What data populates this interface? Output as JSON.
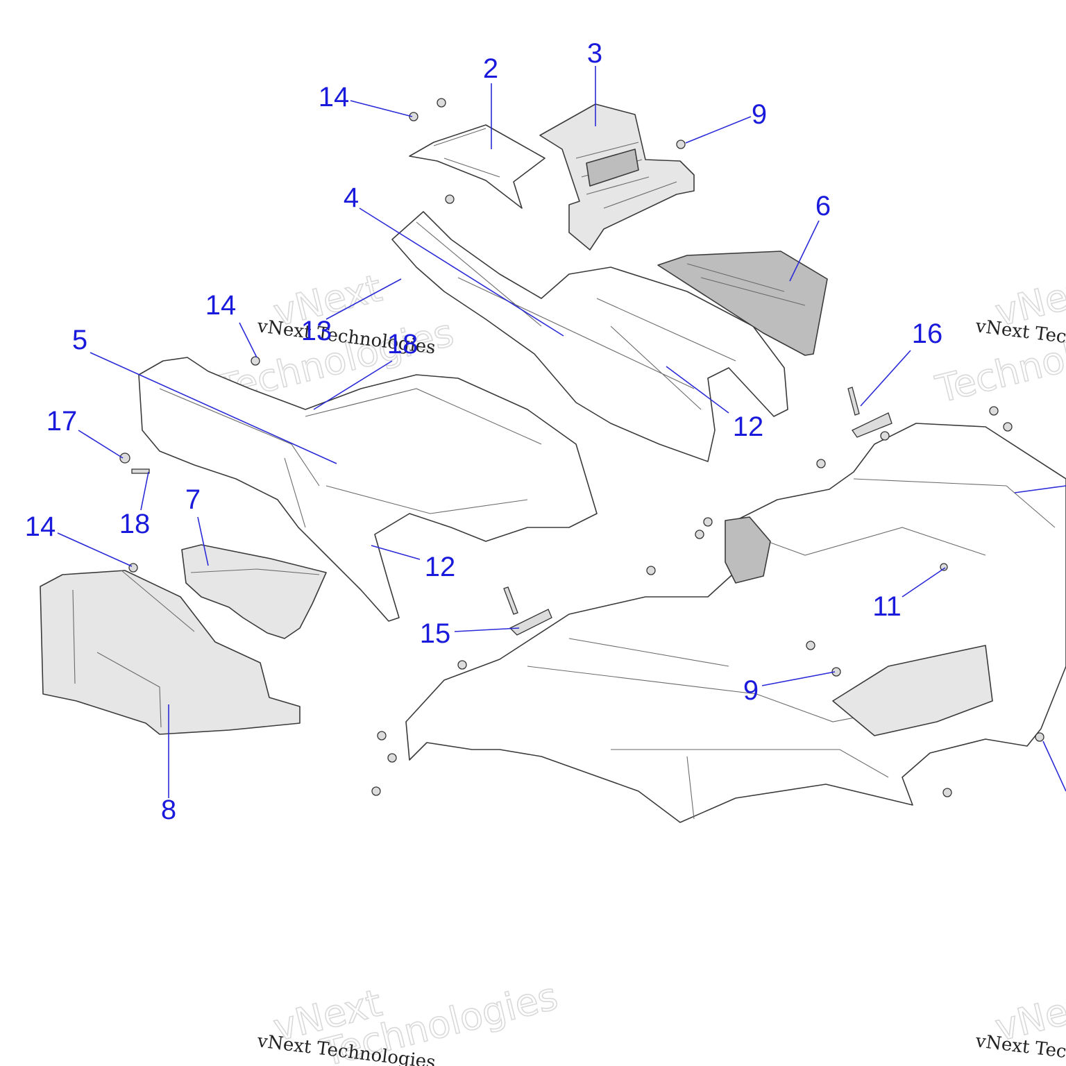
{
  "diagram": {
    "callouts": [
      {
        "id": "c2",
        "label": "2"
      },
      {
        "id": "c3",
        "label": "3"
      },
      {
        "id": "c4",
        "label": "4"
      },
      {
        "id": "c5",
        "label": "5"
      },
      {
        "id": "c6",
        "label": "6"
      },
      {
        "id": "c7",
        "label": "7"
      },
      {
        "id": "c8",
        "label": "8"
      },
      {
        "id": "c9a",
        "label": "9"
      },
      {
        "id": "c9b",
        "label": "9"
      },
      {
        "id": "c11",
        "label": "11"
      },
      {
        "id": "c12a",
        "label": "12"
      },
      {
        "id": "c12b",
        "label": "12"
      },
      {
        "id": "c13",
        "label": "13"
      },
      {
        "id": "c14a",
        "label": "14"
      },
      {
        "id": "c14b",
        "label": "14"
      },
      {
        "id": "c14c",
        "label": "14"
      },
      {
        "id": "c15",
        "label": "15"
      },
      {
        "id": "c16",
        "label": "16"
      },
      {
        "id": "c17",
        "label": "17"
      },
      {
        "id": "c18a",
        "label": "18"
      },
      {
        "id": "c18b",
        "label": "18"
      }
    ],
    "watermark": {
      "brand": "vNext",
      "line": "vNext Technologies",
      "word": "Technologies"
    },
    "colors": {
      "callout": "#1a1adc",
      "line_art": "#3a3a3a",
      "shade": "#e6e6e6"
    }
  }
}
